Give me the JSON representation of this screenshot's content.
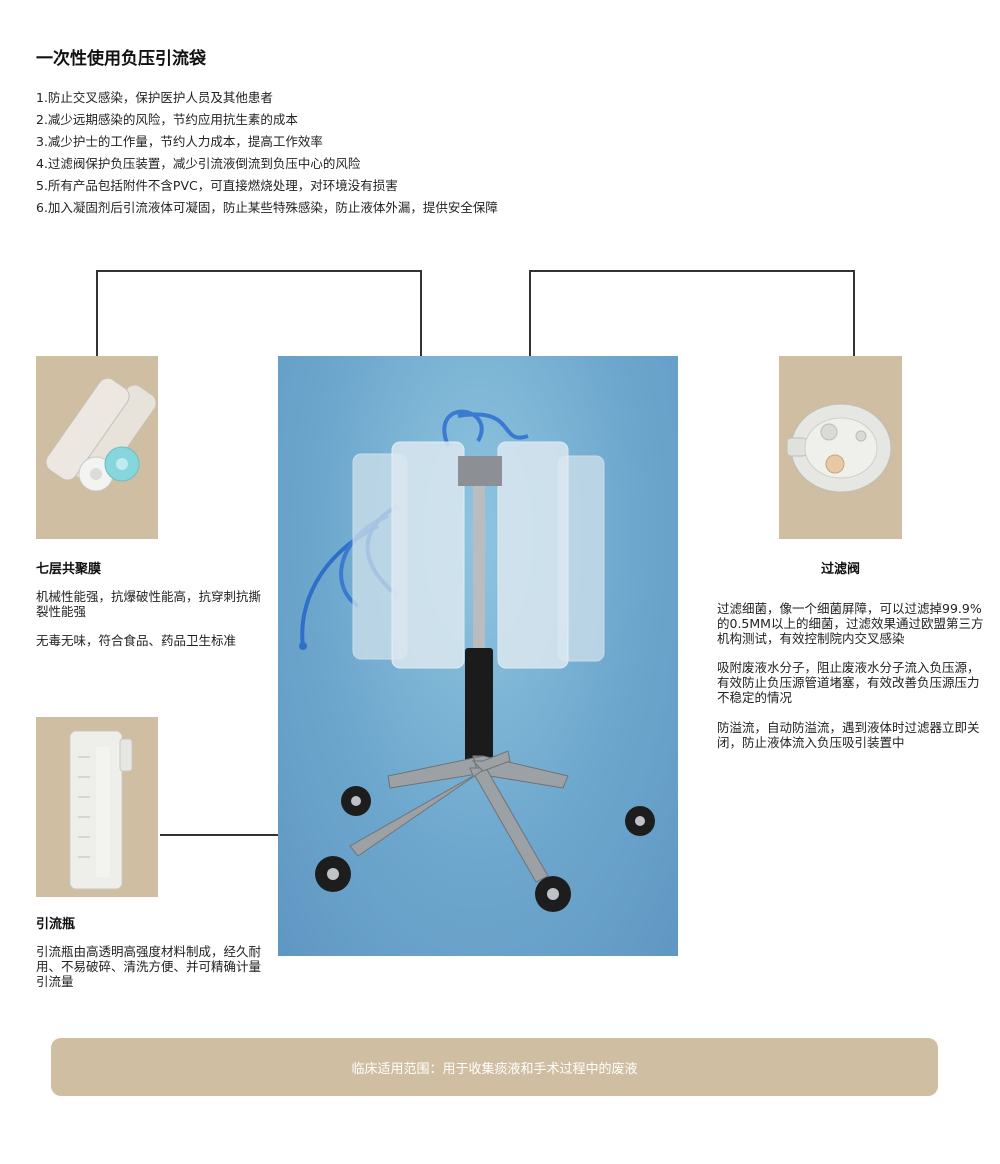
{
  "title": "一次性使用负压引流袋",
  "features": [
    "1.防止交叉感染，保护医护人员及其他患者",
    "2.减少远期感染的风险，节约应用抗生素的成本",
    "3.减少护士的工作量，节约人力成本，提高工作效率",
    "4.过滤阀保护负压装置，减少引流液倒流到负压中心的风险",
    "5.所有产品包括附件不含PVC，可直接燃烧处理，对环境没有损害",
    "6.加入凝固剂后引流液体可凝固，防止某些特殊感染，防止液体外漏，提供安全保障"
  ],
  "left_top": {
    "heading": "七层共聚膜",
    "para1": "机械性能强，抗爆破性能高，抗穿刺抗撕裂性能强",
    "para2": "无毒无味，符合食品、药品卫生标准"
  },
  "left_bottom": {
    "heading": "引流瓶",
    "para1": "引流瓶由高透明高强度材料制成，经久耐用、不易破碎、清洗方便、并可精确计量引流量"
  },
  "right": {
    "heading": "过滤阀",
    "para1": "过滤细菌，像一个细菌屏障，可以过滤掉99.9%的0.5MM以上的细菌，过滤效果通过欧盟第三方机构测试，有效控制院内交叉感染",
    "para2": "吸附废液水分子，阻止废液水分子流入负压源，有效防止负压源管道堵塞，有效改善负压源压力不稳定的情况",
    "para3": "防溢流，自动防溢流，遇到液体时过滤器立即关闭，防止液体流入负压吸引装置中"
  },
  "footer": "临床适用范围：用于收集痰液和手术过程中的废液",
  "colors": {
    "panel": "#d0bea2",
    "photo_bg": "#6ea7cd",
    "connector": "#333333"
  }
}
